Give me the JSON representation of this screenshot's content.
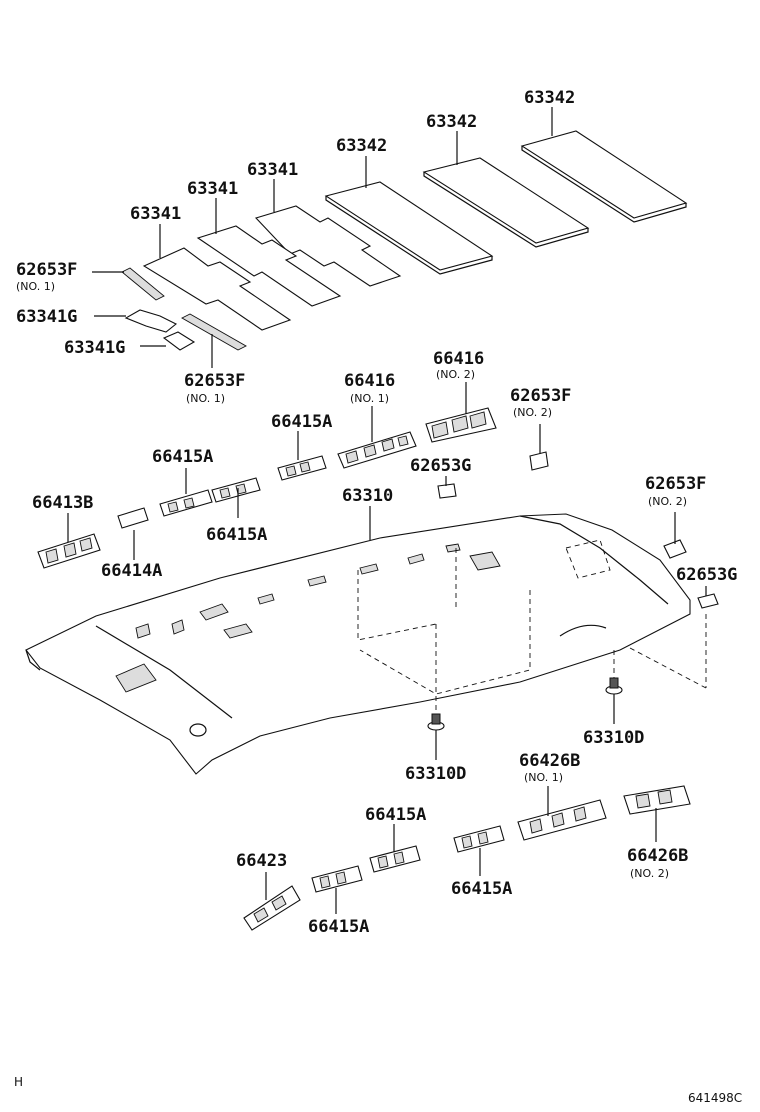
{
  "diagram": {
    "page_code": "641498C",
    "corner_mark": "H",
    "labels": {
      "p63342_a": "63342",
      "p63342_b": "63342",
      "p63342_c": "63342",
      "p63341_a": "63341",
      "p63341_b": "63341",
      "p63341_c": "63341",
      "p62653F_a": "62653F",
      "p62653F_a_note": "(NO. 1)",
      "p63341G_a": "63341G",
      "p63341G_b": "63341G",
      "p62653F_b": "62653F",
      "p62653F_b_note": "(NO. 1)",
      "p66416_a": "66416",
      "p66416_a_note": "(NO. 2)",
      "p66416_b": "66416",
      "p66416_b_note": "(NO. 1)",
      "p62653F_c": "62653F",
      "p62653F_c_note": "(NO. 2)",
      "p66415A_a": "66415A",
      "p66415A_b": "66415A",
      "p62653G_a": "62653G",
      "p63310": "63310",
      "p62653F_d": "62653F",
      "p62653F_d_note": "(NO. 2)",
      "p66413B": "66413B",
      "p66415A_c": "66415A",
      "p66414A": "66414A",
      "p62653G_b": "62653G",
      "p63310D_a": "63310D",
      "p63310D_b": "63310D",
      "p66426B_a": "66426B",
      "p66426B_a_note": "(NO. 1)",
      "p66415A_d": "66415A",
      "p66423": "66423",
      "p66426B_b": "66426B",
      "p66426B_b_note": "(NO. 2)",
      "p66415A_e": "66415A",
      "p66415A_f": "66415A"
    }
  }
}
